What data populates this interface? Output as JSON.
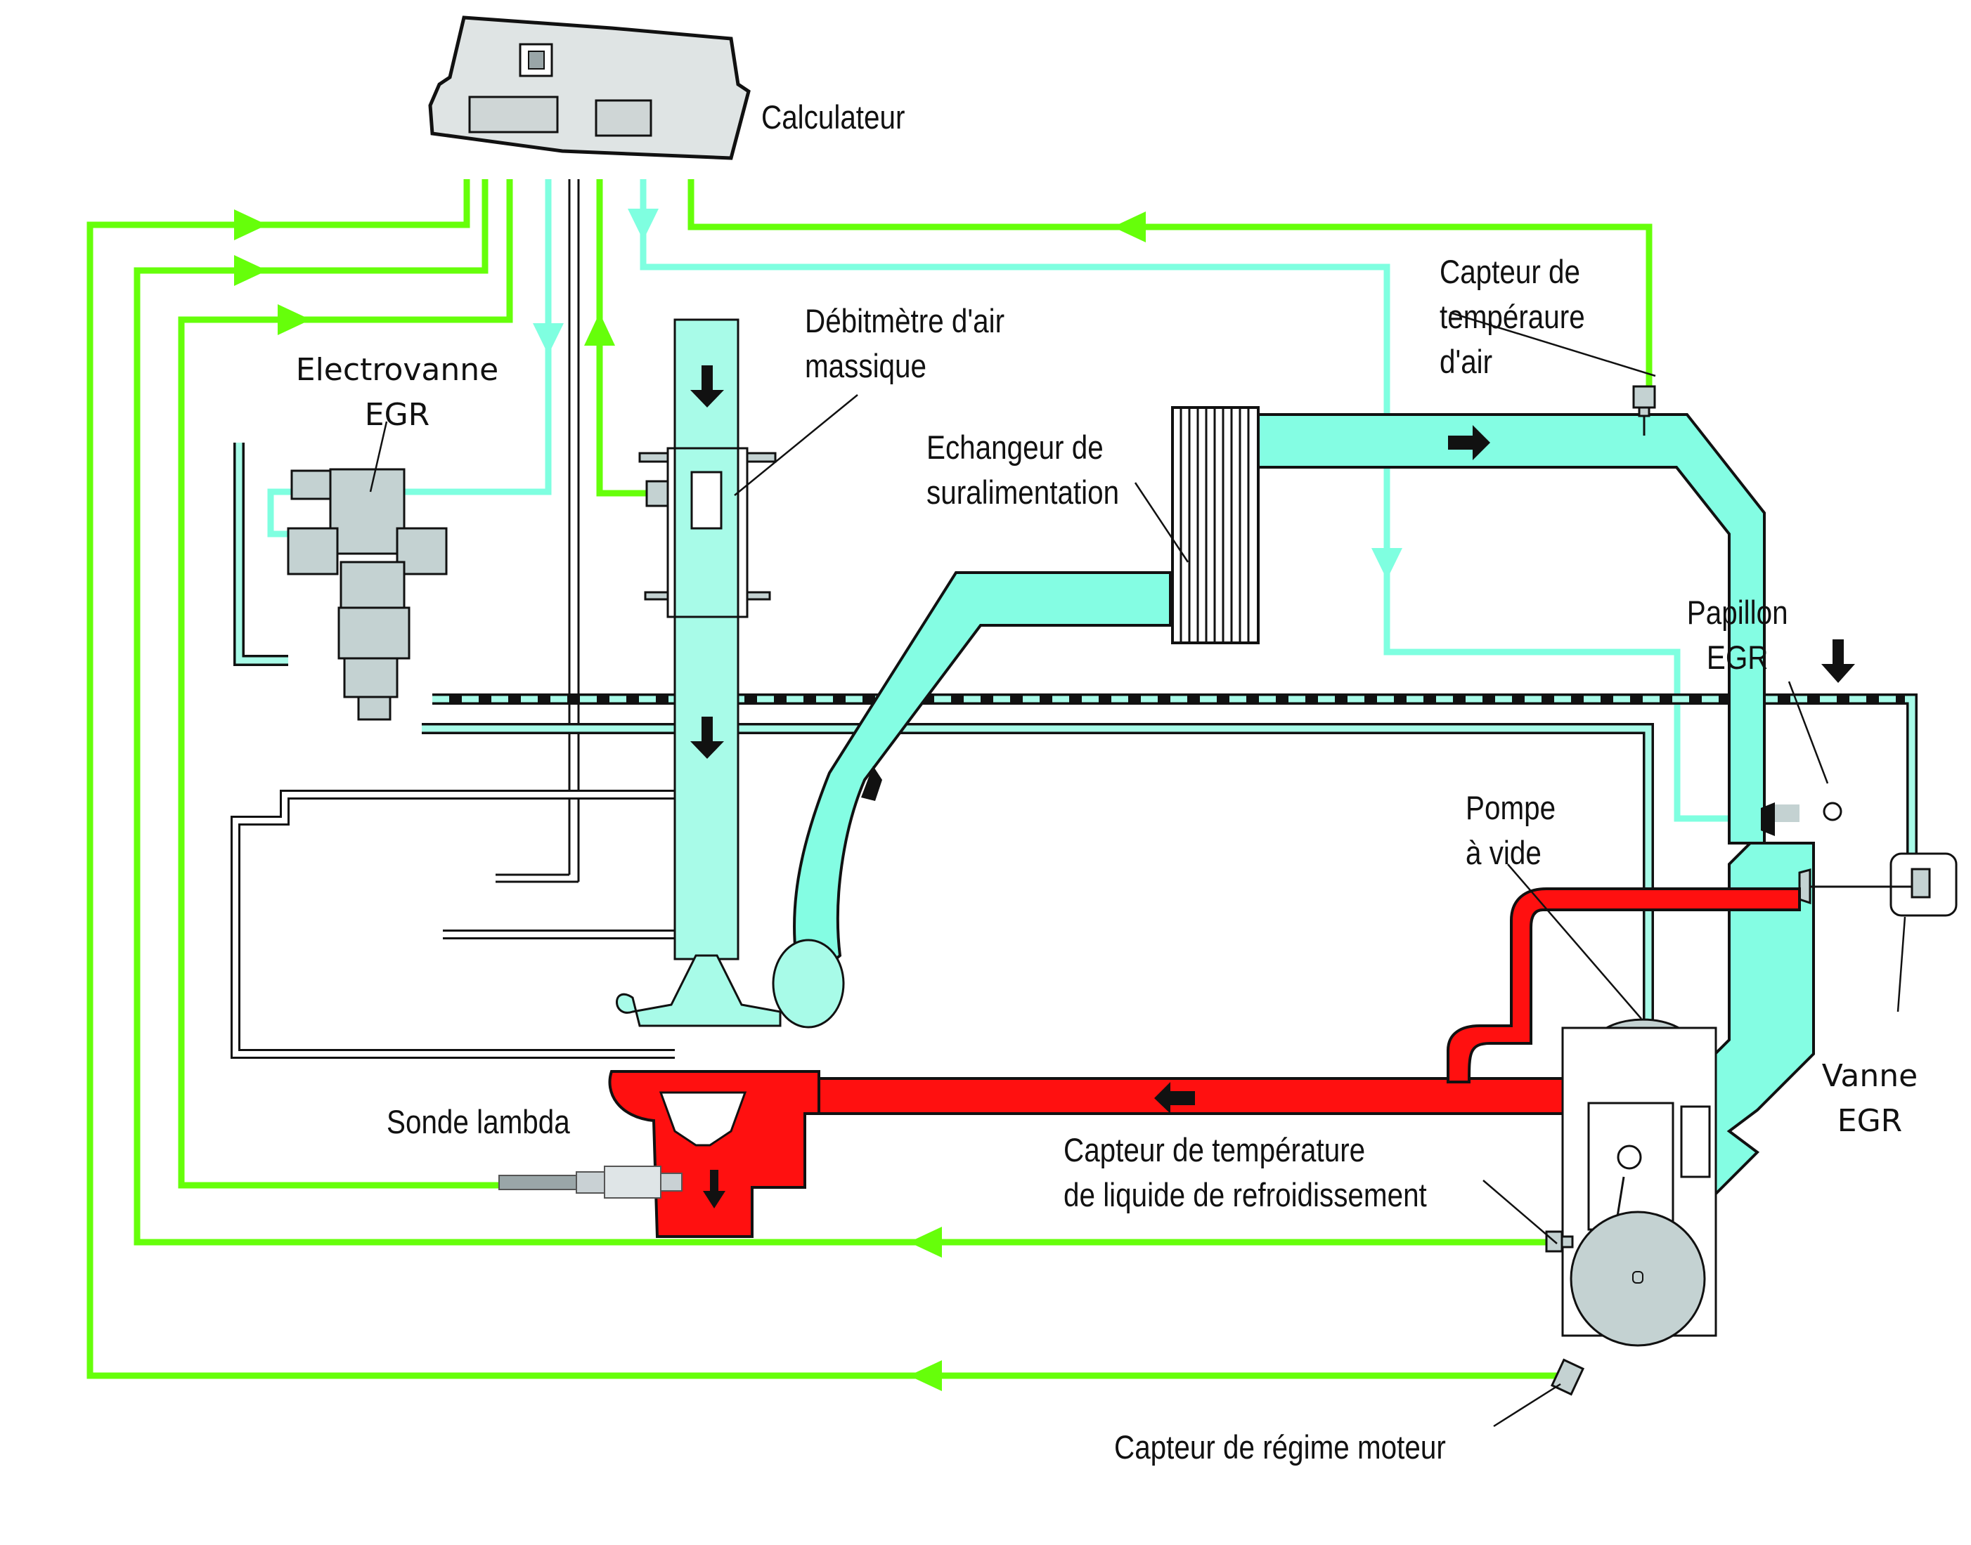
{
  "diagram": {
    "title": "Schéma de gestion moteur : recirculation des gaz d'échappement (EGR) et suralimentation",
    "colors": {
      "signal_wire": "#66ff0a",
      "intake_air": "#7fffe0",
      "intake_air_light": "#a8fbe8",
      "exhaust_gas": "#ff1010",
      "component_grey": "#c4d2d2",
      "outline": "#111111"
    },
    "labels": {
      "calculateur": "Calculateur",
      "electrovanne_egr": [
        "Electrovanne",
        "EGR"
      ],
      "debitmetre": [
        "Débitmètre d'air",
        "massique"
      ],
      "echangeur": [
        "Echangeur de",
        "suralimentation"
      ],
      "capteur_temp_air": [
        "Capteur de",
        "tempéraure",
        "d'air"
      ],
      "papillon_egr": [
        "Papillon",
        "EGR"
      ],
      "pompe_a_vide": [
        "Pompe",
        "à vide"
      ],
      "vanne_egr": [
        "Vanne",
        "EGR"
      ],
      "sonde_lambda": "Sonde lambda",
      "capteur_temp_liquide": [
        "Capteur de température",
        "de liquide de refroidissement"
      ],
      "capteur_regime": "Capteur de régime moteur"
    },
    "components": [
      {
        "id": "calculateur",
        "kind": "ecu",
        "icon": "ecu-box-icon"
      },
      {
        "id": "electrovanne-egr",
        "kind": "solenoid-valve",
        "icon": "solenoid-valve-icon"
      },
      {
        "id": "debitmetre",
        "kind": "mass-air-flow-sensor",
        "icon": "maf-sensor-icon"
      },
      {
        "id": "echangeur",
        "kind": "intercooler",
        "icon": "intercooler-icon"
      },
      {
        "id": "capteur-temp-air",
        "kind": "air-temperature-sensor",
        "icon": "temp-sensor-icon"
      },
      {
        "id": "papillon-egr",
        "kind": "throttle-flap",
        "icon": "throttle-flap-icon"
      },
      {
        "id": "vanne-egr",
        "kind": "egr-valve",
        "icon": "egr-valve-icon"
      },
      {
        "id": "pompe-a-vide",
        "kind": "vacuum-pump",
        "icon": "vacuum-pump-icon"
      },
      {
        "id": "turbo",
        "kind": "turbocharger",
        "icon": "turbo-icon"
      },
      {
        "id": "sonde-lambda",
        "kind": "lambda-probe",
        "icon": "lambda-probe-icon"
      },
      {
        "id": "capteur-temp-liquide",
        "kind": "coolant-temperature-sensor",
        "icon": "coolant-sensor-icon"
      },
      {
        "id": "capteur-regime",
        "kind": "engine-speed-sensor",
        "icon": "crank-sensor-icon"
      },
      {
        "id": "moteur",
        "kind": "engine-cylinder",
        "icon": "cylinder-icon"
      }
    ],
    "flows": [
      {
        "id": "signal-wires",
        "medium": "electrical signal",
        "color_key": "signal_wire"
      },
      {
        "id": "intake-path",
        "medium": "fresh / boosted intake air",
        "color_key": "intake_air"
      },
      {
        "id": "exhaust-path",
        "medium": "exhaust gas",
        "color_key": "exhaust_gas"
      }
    ]
  }
}
